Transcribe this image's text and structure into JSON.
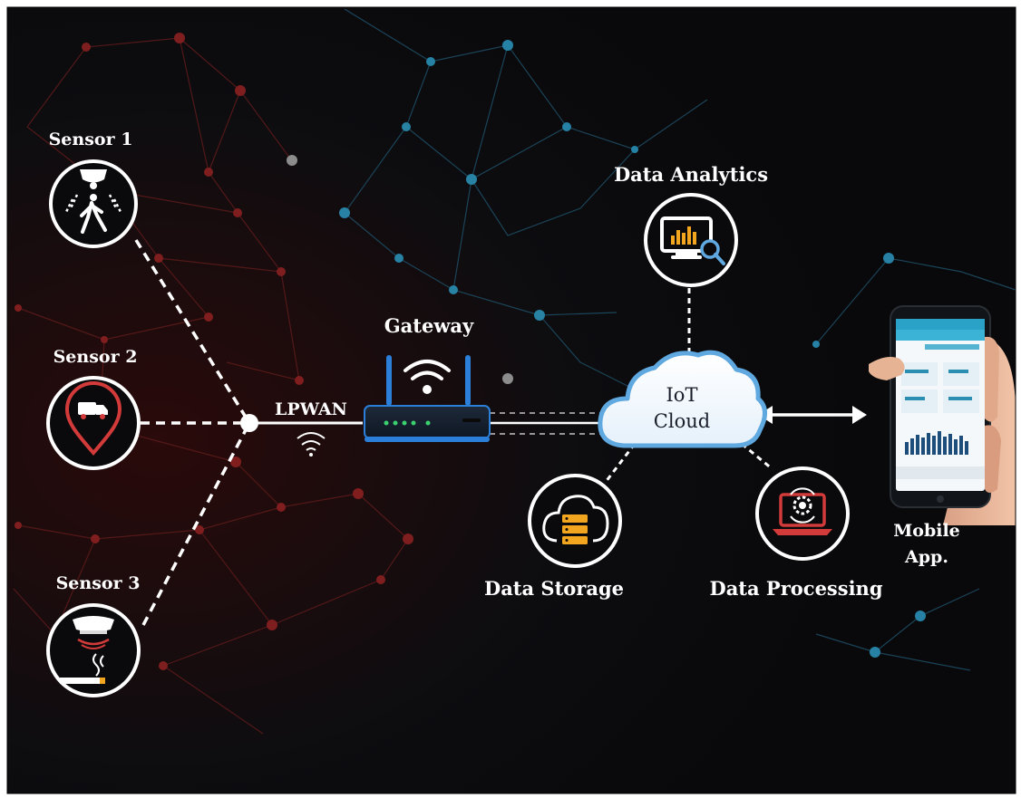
{
  "labels": {
    "sensor1": "Sensor 1",
    "sensor2": "Sensor 2",
    "sensor3": "Sensor 3",
    "lpwan": "LPWAN",
    "gateway": "Gateway",
    "iot_cloud_line1": "IoT",
    "iot_cloud_line2": "Cloud",
    "data_analytics": "Data Analytics",
    "data_storage": "Data Storage",
    "data_processing": "Data Processing",
    "mobile_app_line1": "Mobile",
    "mobile_app_line2": "App."
  },
  "colors": {
    "background": "#0b0b0d",
    "line": "#ffffff",
    "accent_red": "#d33a3a",
    "accent_orange": "#f2a51f",
    "cloud_edge": "#5fa9e0",
    "network_red": "#7a1d1d",
    "network_blue": "#1f5f7f"
  },
  "icons": {
    "sensor1": "motion-sensor-icon",
    "sensor2": "delivery-truck-location-icon",
    "sensor3": "smoke-detector-icon",
    "gateway": "wifi-router-icon",
    "lpwan": "wifi-signal-icon",
    "cloud": "cloud-icon",
    "data_analytics": "analytics-monitor-icon",
    "data_storage": "cloud-storage-icon",
    "data_processing": "gear-laptop-icon",
    "mobile_app": "smartphone-in-hand-icon"
  }
}
